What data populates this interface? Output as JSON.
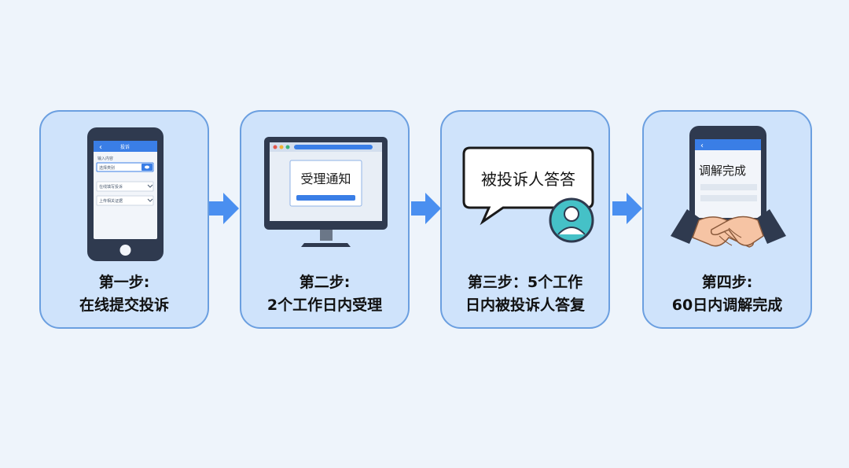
{
  "steps": [
    {
      "line1": "第一步:",
      "line2": "在线提交投诉",
      "phone": {
        "header": "投诉",
        "field_label": "输入内容",
        "field_value": "选择类别",
        "row1": "在线填写投诉",
        "row2": "上传相关证据"
      }
    },
    {
      "line1": "第二步:",
      "line2": "2个工作日内受理",
      "monitor_text": "受理通知"
    },
    {
      "line1": "第三步：5个工作",
      "line2": "日内被投诉人答复",
      "bubble_text": "被投诉人答答"
    },
    {
      "line1": "第四步:",
      "line2": "60日内调解完成",
      "phone_text": "调解完成"
    }
  ],
  "colors": {
    "card_fill": "#cfe3fb",
    "card_border": "#6b9fe0",
    "arrow": "#4a8ff0",
    "accent_blue": "#3a7ee6",
    "device_dark": "#2f3a4f"
  },
  "icons": [
    "smartphone-icon",
    "monitor-icon",
    "speech-bubble-icon",
    "user-avatar-icon",
    "handshake-icon",
    "arrow-right-icon"
  ]
}
